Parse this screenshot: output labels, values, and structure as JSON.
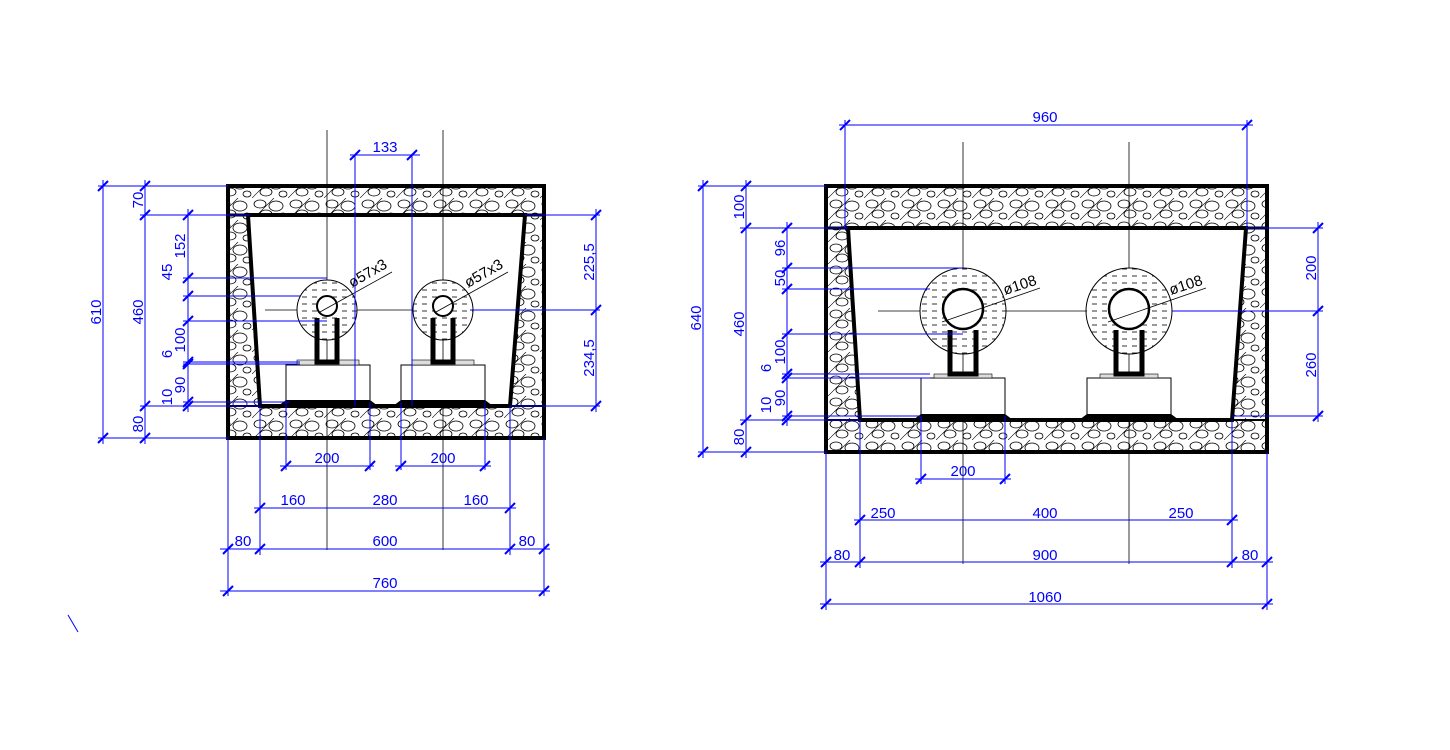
{
  "left_section": {
    "pipe_labels": [
      "ø57x3",
      "ø57x3"
    ],
    "top_dim": "133",
    "overall_height": "610",
    "left_dims": [
      "70",
      "460",
      "80"
    ],
    "inner_dims": [
      "152",
      "45",
      "100",
      "6",
      "90",
      "10"
    ],
    "right_dims": [
      "225,5",
      "234,5"
    ],
    "support_dims": [
      "200",
      "200"
    ],
    "spacing_dims": [
      "160",
      "280",
      "160"
    ],
    "inner_width_dims": [
      "80",
      "600",
      "80"
    ],
    "overall_width": "760"
  },
  "right_section": {
    "pipe_labels": [
      "ø108",
      "ø108"
    ],
    "top_dim": "960",
    "overall_height": "640",
    "left_dims": [
      "100",
      "460",
      "80"
    ],
    "inner_dims": [
      "96",
      "50",
      "100",
      "6",
      "90",
      "10"
    ],
    "right_dims": [
      "200",
      "260"
    ],
    "support_dims": [
      "200"
    ],
    "spacing_dims": [
      "250",
      "400",
      "250"
    ],
    "inner_width_dims": [
      "80",
      "900",
      "80"
    ],
    "overall_width": "1060"
  },
  "colors": {
    "dimension": "#0000ff",
    "outline": "#000000"
  }
}
